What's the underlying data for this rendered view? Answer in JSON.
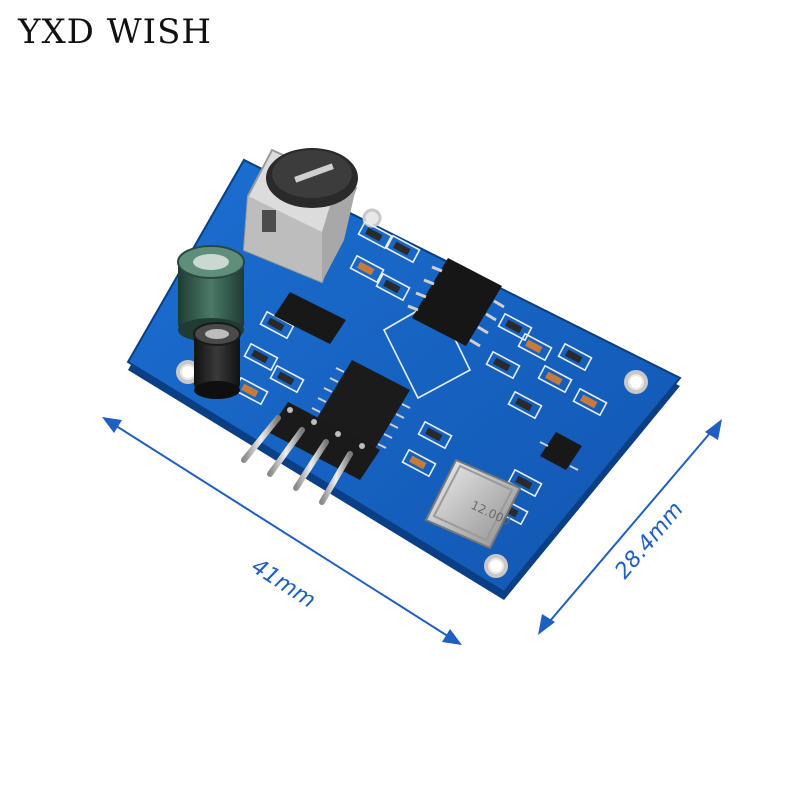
{
  "watermark": {
    "text": "YXD WISH"
  },
  "dimensions": {
    "length": {
      "label": "41mm"
    },
    "width": {
      "label": "28.4mm"
    }
  },
  "component_text": {
    "crystal": "12.000"
  },
  "colors": {
    "pcb": "#1764c4",
    "pcb_dark": "#0f4c9e",
    "pcb_edge": "#0b3f85",
    "dimension_arrow": "#1f5fc2",
    "chip": "#1b1b1b",
    "silver": "#c9c9c9"
  }
}
